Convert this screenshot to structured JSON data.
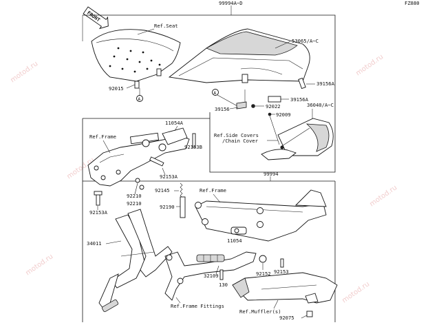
{
  "figure_code": "FZ880",
  "front_label": "FRONT",
  "watermark": "motod.ru",
  "circle_ref": "A",
  "labels": {
    "l_99994ad": "99994A~D",
    "l_refseat": "Ref.Seat",
    "l_53065": "53065/A~C",
    "l_92015": "92015",
    "l_39156a_1": "39156A",
    "l_39156": "39156",
    "l_92022": "92022",
    "l_39156a_2": "39156A",
    "l_36040": "36040/A~C",
    "l_92009": "92009",
    "l_refside1": "Ref.Side Covers",
    "l_refside2": "/Chain Cover",
    "l_99994": "99994",
    "l_11054a": "11054A",
    "l_refframe1": "Ref.Frame",
    "l_92153b": "92153B",
    "l_92153a_1": "92153A",
    "l_92145": "92145",
    "l_refframe2": "Ref.Frame",
    "l_92210_1": "92210",
    "l_92210_2": "92210",
    "l_92190": "92190",
    "l_92153a_2": "92153A",
    "l_34011": "34011",
    "l_11054": "11054",
    "l_32109": "32109",
    "l_130": "130",
    "l_92152": "92152",
    "l_92153": "92153",
    "l_refframefit": "Ref.Frame Fittings",
    "l_refmuffler": "Ref.Muffler(s)",
    "l_92075": "92075"
  }
}
